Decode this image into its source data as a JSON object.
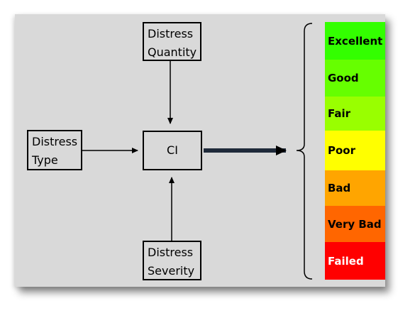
{
  "nodes": {
    "distress_quantity": [
      "Distress",
      "Quantity"
    ],
    "distress_type": [
      "Distress",
      "Type"
    ],
    "ci": "CI",
    "distress_severity": [
      "Distress",
      "Severity"
    ]
  },
  "scale": [
    {
      "label": "Excellent",
      "color": "#33ff00",
      "text_color": "#000000"
    },
    {
      "label": "Good",
      "color": "#66ff00",
      "text_color": "#000000"
    },
    {
      "label": "Fair",
      "color": "#99ff00",
      "text_color": "#000000"
    },
    {
      "label": "Poor",
      "color": "#ffff00",
      "text_color": "#000000"
    },
    {
      "label": "Bad",
      "color": "#ffa500",
      "text_color": "#000000"
    },
    {
      "label": "Very Bad",
      "color": "#ff6600",
      "text_color": "#000000"
    },
    {
      "label": "Failed",
      "color": "#ff0000",
      "text_color": "#ffffff"
    }
  ]
}
